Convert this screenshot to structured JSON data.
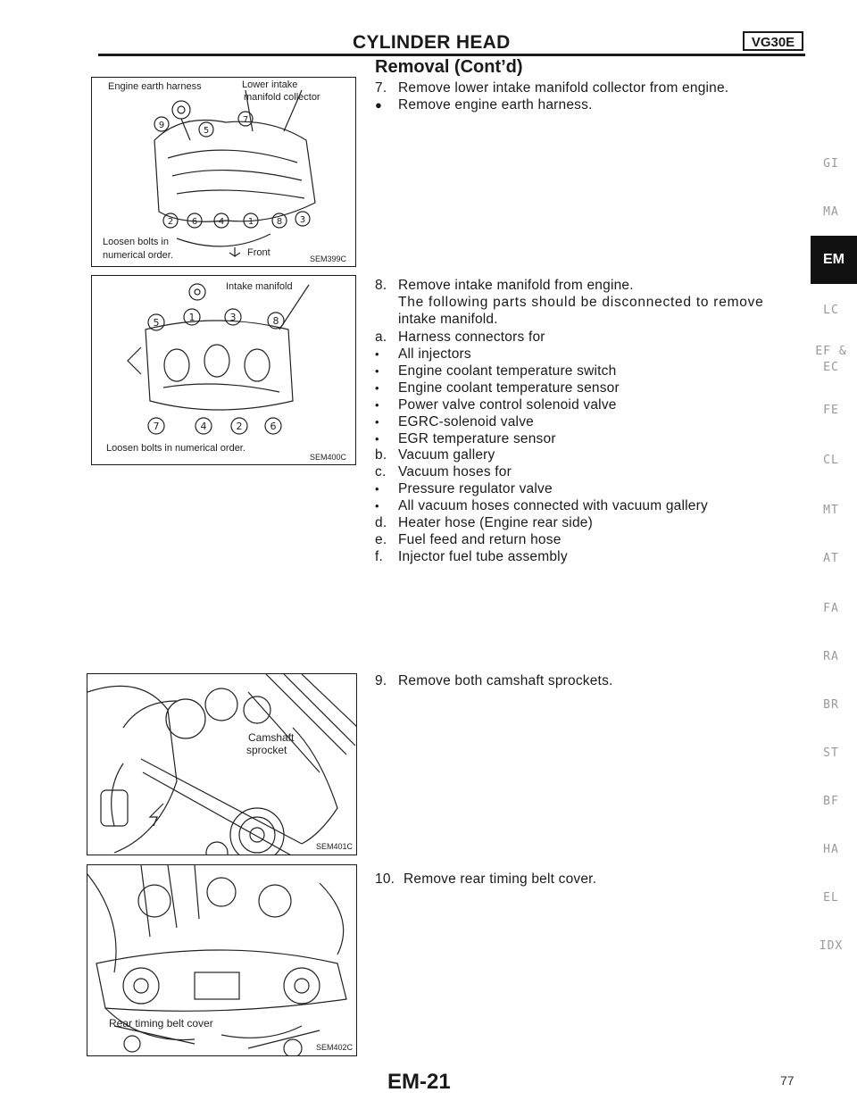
{
  "header": {
    "title": "CYLINDER HEAD",
    "model": "VG30E",
    "section": "Removal (Cont’d)"
  },
  "figures": [
    {
      "labels": [
        "Engine earth harness",
        "Lower intake",
        "manifold collector",
        "Loosen bolts in",
        "numerical order.",
        "Front"
      ],
      "code": "SEM399C"
    },
    {
      "labels": [
        "Intake manifold",
        "Loosen bolts in numerical order."
      ],
      "code": "SEM400C"
    },
    {
      "labels": [
        "Camshaft",
        "sprocket"
      ],
      "code": "SEM401C"
    },
    {
      "labels": [
        "Rear timing belt cover"
      ],
      "code": "SEM402C"
    }
  ],
  "steps": {
    "step7": {
      "num": "7.",
      "text": "Remove lower intake manifold collector from engine.",
      "bullets": [
        "Remove engine earth harness."
      ]
    },
    "step8": {
      "num": "8.",
      "line1": "Remove intake manifold from engine.",
      "line2": "The following parts should be disconnected to remove",
      "line3": "intake manifold.",
      "items": [
        {
          "m": "a.",
          "t": "Harness connectors for"
        },
        {
          "m": "•",
          "t": "All injectors"
        },
        {
          "m": "•",
          "t": "Engine coolant temperature switch"
        },
        {
          "m": "•",
          "t": "Engine coolant temperature sensor"
        },
        {
          "m": "•",
          "t": "Power valve control solenoid valve"
        },
        {
          "m": "•",
          "t": "EGRC-solenoid valve"
        },
        {
          "m": "•",
          "t": "EGR temperature sensor"
        },
        {
          "m": "b.",
          "t": "Vacuum gallery"
        },
        {
          "m": "c.",
          "t": "Vacuum hoses for"
        },
        {
          "m": "•",
          "t": "Pressure regulator valve"
        },
        {
          "m": "•",
          "t": "All vacuum hoses connected with vacuum gallery"
        },
        {
          "m": "d.",
          "t": "Heater hose (Engine rear side)"
        },
        {
          "m": "e.",
          "t": "Fuel feed and return hose"
        },
        {
          "m": "f.",
          "t": "Injector fuel tube assembly"
        }
      ]
    },
    "step9": {
      "num": "9.",
      "text": "Remove both camshaft sprockets."
    },
    "step10": {
      "num": "10.",
      "text": "Remove rear timing belt cover."
    }
  },
  "side_tabs": [
    "GI",
    "MA",
    "EM",
    "LC",
    "EF &",
    "EC",
    "FE",
    "CL",
    "MT",
    "AT",
    "FA",
    "RA",
    "BR",
    "ST",
    "BF",
    "HA",
    "EL",
    "IDX"
  ],
  "footer": {
    "code": "EM-21",
    "page": "77"
  }
}
